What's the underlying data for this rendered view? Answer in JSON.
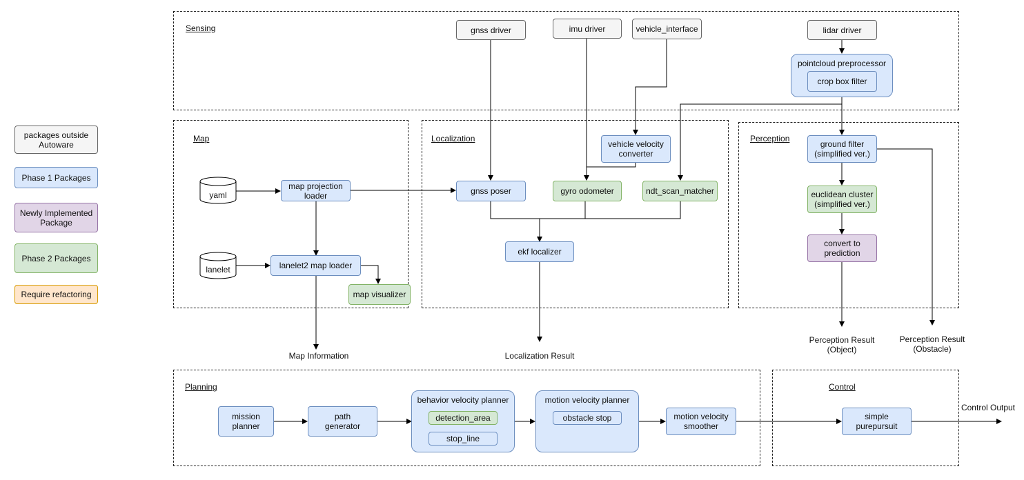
{
  "legend": {
    "outside": "packages outside\nAutoware",
    "phase1": "Phase 1 Packages",
    "newly": "Newly Implemented\nPackage",
    "phase2": "Phase 2 Packages",
    "refactor": "Require refactoring"
  },
  "groups": {
    "sensing": "Sensing",
    "map": "Map",
    "localization": "Localization",
    "perception": "Perception",
    "planning": "Planning",
    "control": "Control"
  },
  "nodes": {
    "gnss_driver": "gnss driver",
    "imu_driver": "imu driver",
    "vehicle_interface": "vehicle_interface",
    "lidar_driver": "lidar driver",
    "pointcloud_preprocessor": "pointcloud preprocessor",
    "crop_box_filter": "crop box filter",
    "yaml": "yaml",
    "lanelet": "lanelet",
    "map_projection_loader": "map projection\nloader",
    "lanelet2_map_loader": "lanelet2 map loader",
    "map_visualizer": "map visualizer",
    "vehicle_velocity_converter": "vehicle velocity\nconverter",
    "gnss_poser": "gnss poser",
    "gyro_odometer": "gyro odometer",
    "ndt_scan_matcher": "ndt_scan_matcher",
    "ekf_localizer": "ekf localizer",
    "ground_filter": "ground filter\n(simplified ver.)",
    "euclidean_cluster": "euclidean cluster\n(simplified ver.)",
    "convert_to_prediction": "convert to\nprediction",
    "mission_planner": "mission\nplanner",
    "path_generator": "path\ngenerator",
    "behavior_velocity_planner": "behavior velocity planner",
    "detection_area": "detection_area",
    "stop_line": "stop_line",
    "motion_velocity_planner": "motion velocity planner",
    "obstacle_stop": "obstacle stop",
    "motion_velocity_smoother": "motion velocity\nsmoother",
    "simple_purepursuit": "simple\npurepursuit"
  },
  "outputs": {
    "map_information": "Map Information",
    "localization_result": "Localization Result",
    "perception_object": "Perception Result\n(Object)",
    "perception_obstacle": "Perception Result\n(Obstacle)",
    "control_output": "Control Output"
  }
}
